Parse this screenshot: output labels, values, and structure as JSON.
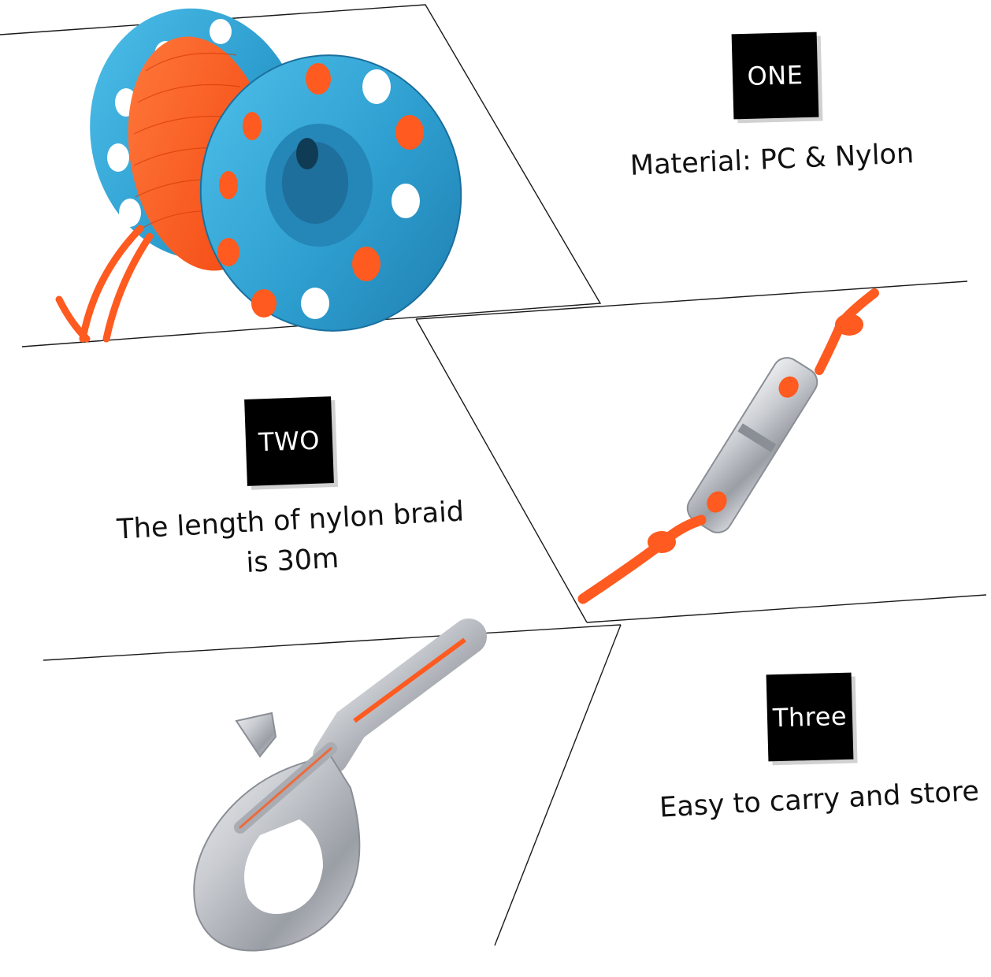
{
  "sections": [
    {
      "badge": "ONE",
      "caption": "Material: PC & Nylon",
      "image_subject": "spool-reel-icon"
    },
    {
      "badge": "TWO",
      "caption_line1": "The length of nylon braid",
      "caption_line2": "is 30m",
      "image_subject": "swivel-connector-icon"
    },
    {
      "badge": "Three",
      "caption": "Easy to carry and store",
      "image_subject": "snap-hook-icon"
    }
  ],
  "colors": {
    "reel_blue": "#2e9fd0",
    "line_orange": "#ff5a1f",
    "metal": "#b8bcc2",
    "badge": "#000000",
    "divider": "#1a1a1a"
  }
}
